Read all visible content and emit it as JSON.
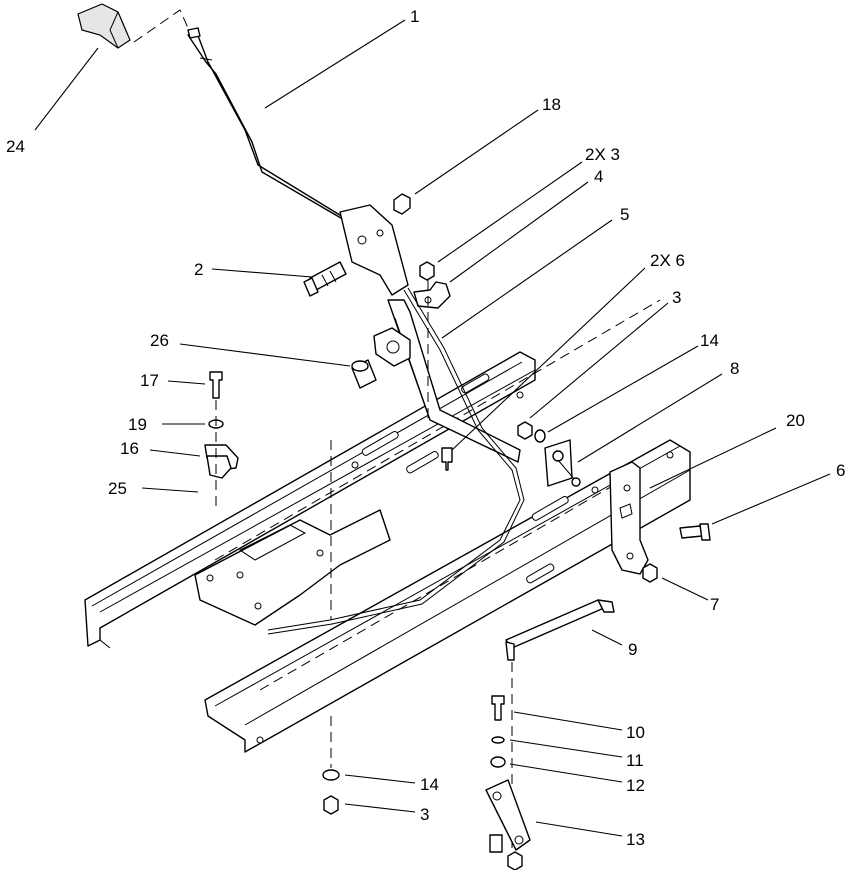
{
  "callouts": [
    {
      "id": "c1",
      "label": "1"
    },
    {
      "id": "c24",
      "label": "24"
    },
    {
      "id": "c18",
      "label": "18"
    },
    {
      "id": "c2x3",
      "label": "2X 3"
    },
    {
      "id": "c4",
      "label": "4"
    },
    {
      "id": "c5",
      "label": "5"
    },
    {
      "id": "c2",
      "label": "2"
    },
    {
      "id": "c2x6",
      "label": "2X 6"
    },
    {
      "id": "c3a",
      "label": "3"
    },
    {
      "id": "c26",
      "label": "26"
    },
    {
      "id": "c14a",
      "label": "14"
    },
    {
      "id": "c8",
      "label": "8"
    },
    {
      "id": "c17",
      "label": "17"
    },
    {
      "id": "c20",
      "label": "20"
    },
    {
      "id": "c19",
      "label": "19"
    },
    {
      "id": "c16",
      "label": "16"
    },
    {
      "id": "c6",
      "label": "6"
    },
    {
      "id": "c25",
      "label": "25"
    },
    {
      "id": "c7",
      "label": "7"
    },
    {
      "id": "c9",
      "label": "9"
    },
    {
      "id": "c10",
      "label": "10"
    },
    {
      "id": "c11",
      "label": "11"
    },
    {
      "id": "c14b",
      "label": "14"
    },
    {
      "id": "c12",
      "label": "12"
    },
    {
      "id": "c3b",
      "label": "3"
    },
    {
      "id": "c13",
      "label": "13"
    }
  ]
}
